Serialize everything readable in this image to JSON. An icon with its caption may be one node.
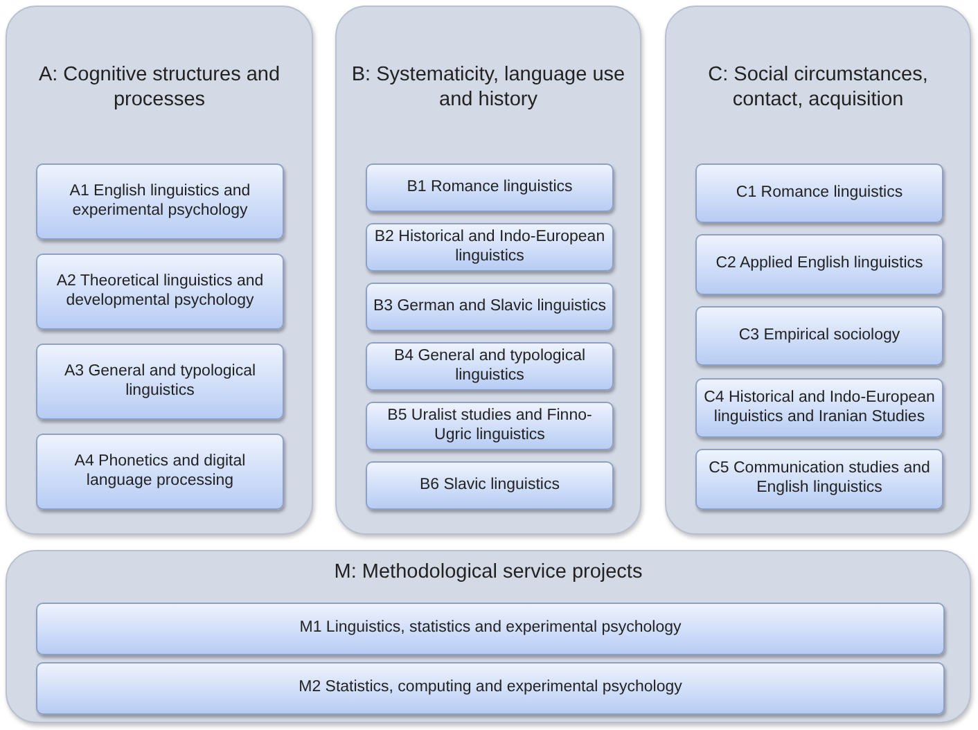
{
  "diagram": {
    "nodes": [
      {
        "text": [
          "A: Cognitive structures and processes"
        ]
      },
      {
        "text": [
          "A1 English linguistics and experimental psychology"
        ],
        "in": 0
      },
      {
        "text": [
          "A2 Theoretical linguistics and developmental psychology"
        ],
        "in": 0
      },
      {
        "text": [
          "A3 General and typological linguistics"
        ],
        "in": 0
      },
      {
        "text": [
          "A4 Phonetics and digital language processing"
        ],
        "in": 0
      },
      {
        "text": [
          "B: Systematicity, language use and history"
        ]
      },
      {
        "text": [
          "B1 Romance linguistics"
        ],
        "in": 5
      },
      {
        "text": [
          "B2 Historical and Indo-European linguistics"
        ],
        "in": 5
      },
      {
        "text": [
          "B3 German and Slavic linguistics"
        ],
        "in": 5
      },
      {
        "text": [
          "B4 General and typological linguistics"
        ],
        "in": 5
      },
      {
        "text": [
          "B5 Uralist studies and Finno-Ugric linguistics"
        ],
        "in": 5
      },
      {
        "text": [
          "B6 Slavic linguistics"
        ],
        "in": 5
      },
      {
        "text": [
          "C: Social circumstances, contact, acquisition"
        ]
      },
      {
        "text": [
          "C1 Romance linguistics"
        ],
        "in": 12
      },
      {
        "text": [
          "C2 Applied English linguistics"
        ],
        "in": 12
      },
      {
        "text": [
          "C3 Empirical sociology"
        ],
        "in": 12
      },
      {
        "text": [
          "C4 Historical and Indo-European linguistics and Iranian Studies"
        ],
        "in": 12
      },
      {
        "text": [
          "C5 Communication studies and English linguistics"
        ],
        "in": 12
      },
      {
        "text": [
          "M: Methodological service projects"
        ]
      },
      {
        "text": [
          "M1 Linguistics, statistics and experimental psychology"
        ],
        "in": 18
      },
      {
        "text": [
          "M2 Statistics, computing and experimental psychology"
        ],
        "in": 18
      }
    ]
  }
}
